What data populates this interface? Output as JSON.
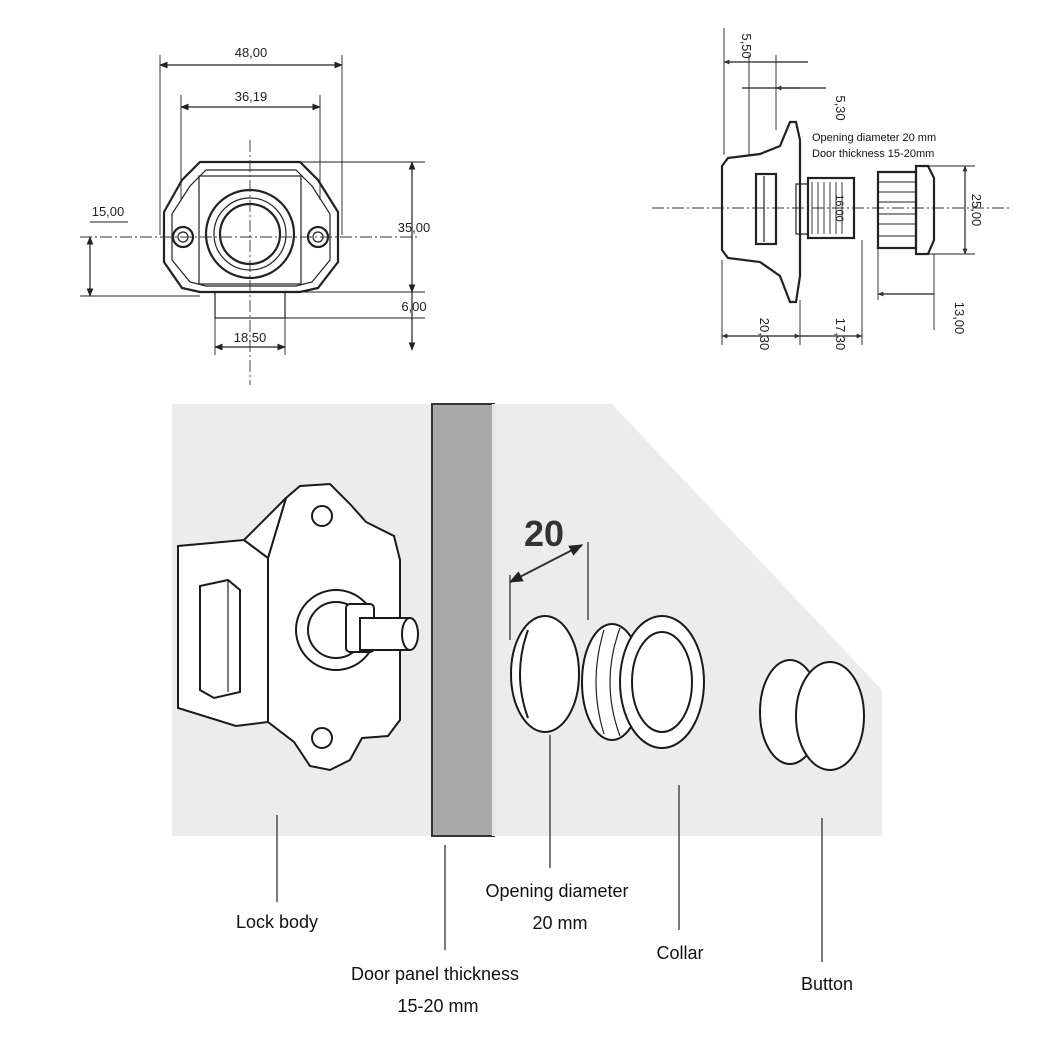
{
  "front_view": {
    "dims": {
      "width_overall": "48,00",
      "width_inner": "36,19",
      "left_offset": "15,00",
      "height": "35,00",
      "bottom_offset": "6,00",
      "base_width": "18,50"
    }
  },
  "side_view": {
    "dims": {
      "top_a": "5,50",
      "top_b": "5,30",
      "diameter": "25,00",
      "inner_diam": "16,00",
      "collar": "13,00",
      "body_depth": "20,30",
      "button_depth": "17,30"
    },
    "note_line1": "Opening diameter 20 mm",
    "note_line2": "Door thickness 15-20mm"
  },
  "illustration": {
    "hole_dim": "20",
    "labels": {
      "lock_body": "Lock body",
      "door_panel_line1": "Door panel thickness",
      "door_panel_line2": "15-20 mm",
      "opening_line1": "Opening diameter",
      "opening_line2": "20 mm",
      "collar": "Collar",
      "button": "Button"
    }
  },
  "colors": {
    "panel_bg": "#ececec",
    "door_panel": "#a9a9a9",
    "line": "#222222"
  }
}
